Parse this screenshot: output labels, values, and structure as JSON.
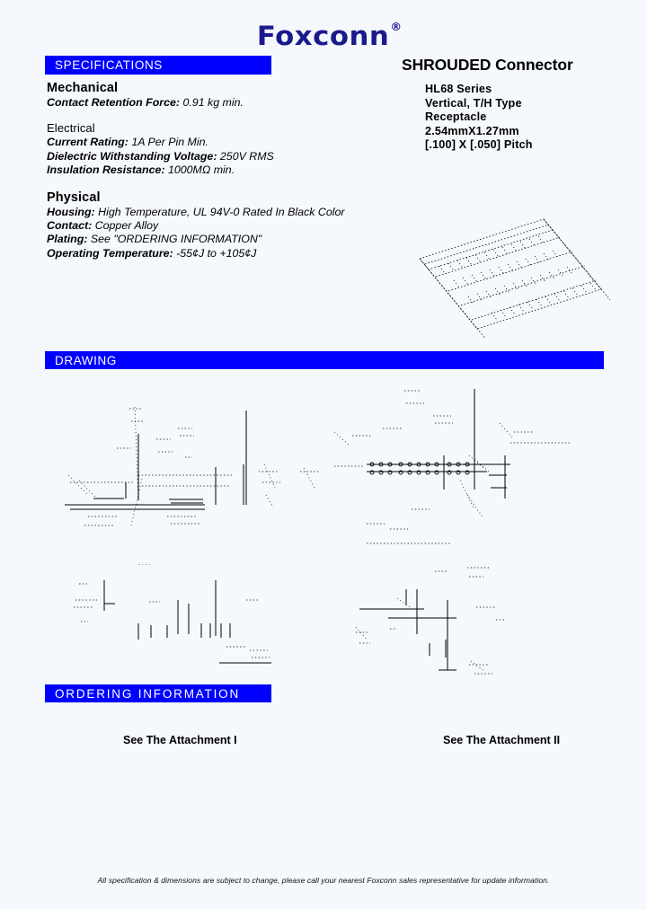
{
  "brand": {
    "logo_text": "Foxconn",
    "registered_mark": "®"
  },
  "sections": {
    "specifications_label": "SPECIFICATIONS",
    "drawing_label": "DRAWING",
    "ordering_label": "ORDERING  INFORMATION"
  },
  "specifications": {
    "mechanical": {
      "heading": "Mechanical",
      "items": [
        {
          "label": "Contact Retention Force:",
          "value": "0.91 kg min."
        }
      ]
    },
    "electrical": {
      "heading": "Electrical",
      "items": [
        {
          "label": "Current Rating:",
          "value": "1A Per Pin Min."
        },
        {
          "label": "Dielectric Withstanding Voltage:",
          "value": "250V RMS"
        },
        {
          "label": "Insulation Resistance:",
          "value": "1000MΩ min."
        }
      ]
    },
    "physical": {
      "heading": "Physical",
      "items": [
        {
          "label": "Housing:",
          "value": "High Temperature, UL 94V-0 Rated In Black Color"
        },
        {
          "label": "Contact:",
          "value": "Copper Alloy"
        },
        {
          "label": "Plating:",
          "value": "See \"ORDERING INFORMATION\""
        },
        {
          "label": "Operating Temperature:",
          "value": "-55¢J  to +105¢J"
        }
      ]
    }
  },
  "product": {
    "title": "SHROUDED Connector",
    "details": [
      "HL68 Series",
      "Vertical, T/H Type",
      "Receptacle",
      "2.54mmX1.27mm",
      "[.100] X [.050] Pitch"
    ]
  },
  "ordering": {
    "attachment_1": "See The Attachment I",
    "attachment_2": "See The Attachment II"
  },
  "footer": {
    "disclaimer": "All specification & dimensions are subject to change, please call your nearest Foxconn sales representative for update information."
  },
  "colors": {
    "accent_blue": "#0000ff",
    "logo_blue": "#1a1a8c",
    "page_background": "#f5f8fc",
    "text": "#000000"
  }
}
